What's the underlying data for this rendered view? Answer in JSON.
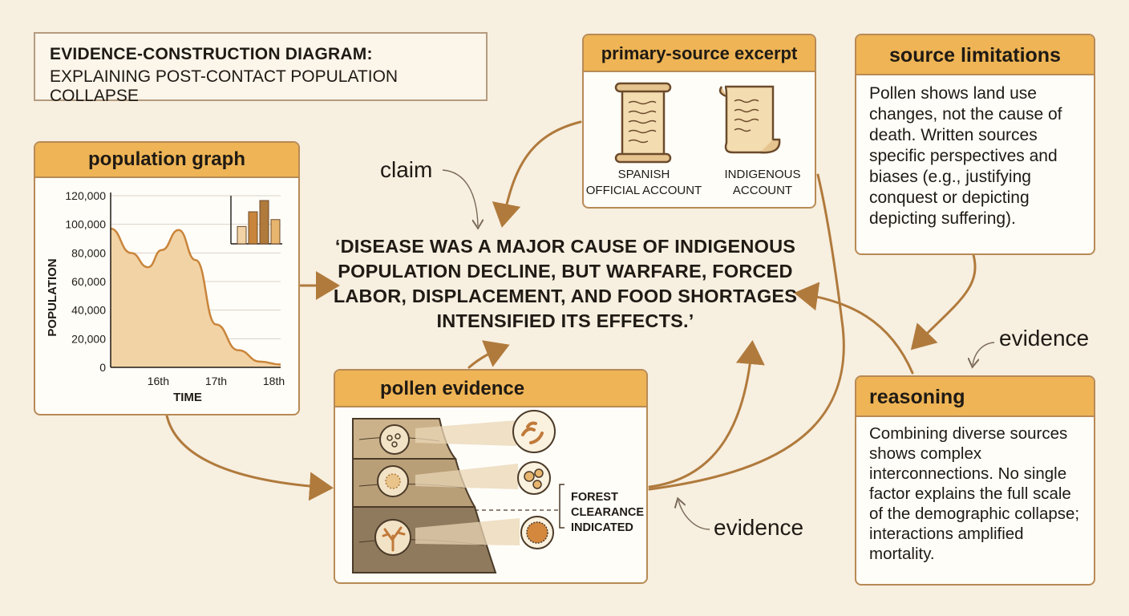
{
  "title": {
    "line1": "EVIDENCE-CONSTRUCTION DIAGRAM:",
    "line2": "EXPLAINING POST-CONTACT POPULATION COLLAPSE"
  },
  "claim": {
    "label": "claim",
    "text": "‘DISEASE WAS A MAJOR CAUSE OF INDIGENOUS POPULATION DECLINE, BUT WARFARE, FORCED LABOR, DISPLACEMENT, AND FOOD SHORTAGES INTENSIFIED ITS EFFECTS.’"
  },
  "population_graph": {
    "header": "population graph",
    "ylabel": "POPULATION",
    "xlabel": "TIME",
    "yticks": [
      "120,000",
      "100,000",
      "80,000",
      "60,000",
      "40,000",
      "20,000",
      "0"
    ],
    "xticks": [
      "16th",
      "17th",
      "18th"
    ]
  },
  "chart_data": {
    "type": "area",
    "xlabel": "TIME",
    "ylabel": "POPULATION",
    "ylim": [
      0,
      120000
    ],
    "x_tick_labels": [
      "16th",
      "17th",
      "18th"
    ],
    "series": [
      {
        "x": [
          0,
          0.12,
          0.22,
          0.3,
          0.4,
          0.5,
          0.62,
          0.75,
          0.88,
          1.0
        ],
        "y": [
          97000,
          80000,
          70000,
          82000,
          96000,
          75000,
          30000,
          12000,
          4000,
          2000
        ]
      }
    ],
    "inset_bars": [
      40,
      74,
      100,
      56
    ],
    "grid": true
  },
  "primary_source": {
    "header": "primary-source excerpt",
    "spanish_caption_1": "SPANISH",
    "spanish_caption_2": "OFFICIAL ACCOUNT",
    "indigenous_caption_1": "INDIGENOUS",
    "indigenous_caption_2": "ACCOUNT"
  },
  "source_limitations": {
    "header": "source limitations",
    "text": "Pollen shows land use changes, not the cause of death. Written sources specific perspectives and biases (e.g., justifying conquest or depicting depicting suffering)."
  },
  "pollen": {
    "header": "pollen evidence",
    "note_1": "FOREST",
    "note_2": "CLEARANCE",
    "note_3": "INDICATED"
  },
  "evidence_label_1": "evidence",
  "evidence_label_2": "evidence",
  "reasoning": {
    "header": "reasoning",
    "text": "Combining diverse sources shows complex interconnections. No single factor explains the full scale of the demographic collapse; interactions amplified mortality."
  },
  "colors": {
    "header": "#eeb455",
    "border": "#b88a55",
    "arrow": "#b07a3c",
    "area_fill": "#f2d3a5",
    "background": "#f7efe0"
  }
}
